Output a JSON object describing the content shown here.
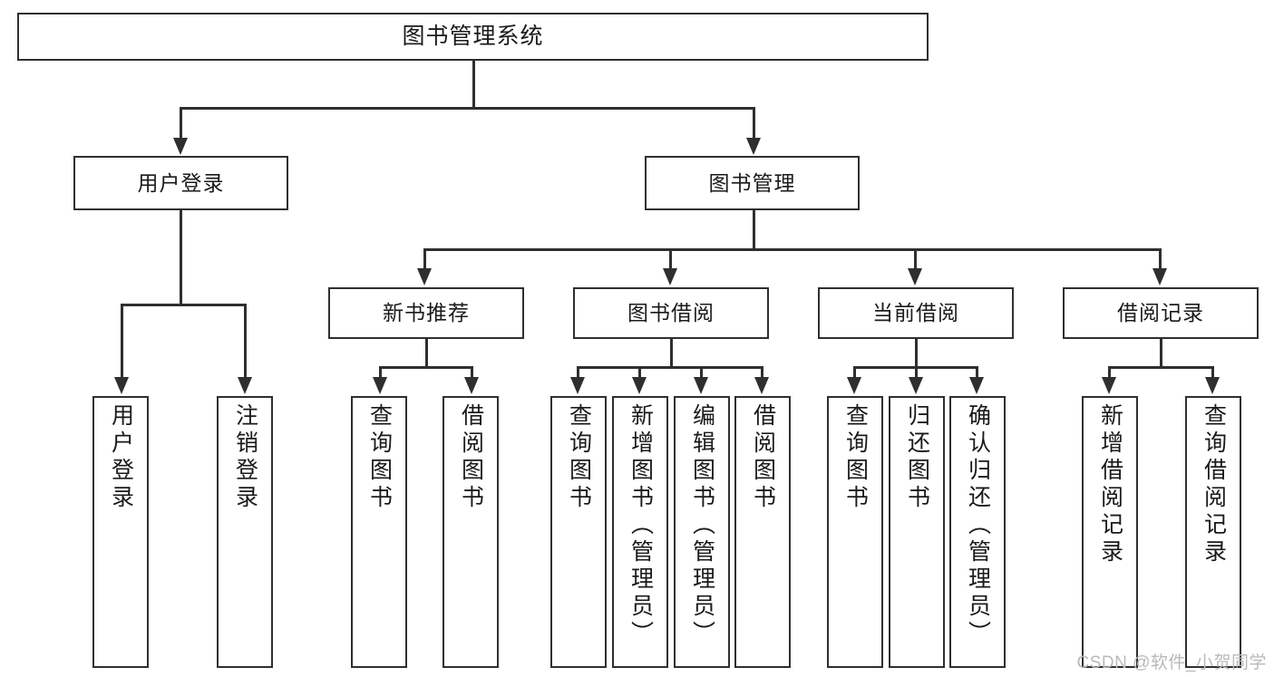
{
  "diagram": {
    "title": "图书管理系统",
    "type": "hierarchy-tree",
    "root": {
      "id": "root",
      "label": "图书管理系统"
    },
    "level2": [
      {
        "id": "user-login",
        "label": "用户登录"
      },
      {
        "id": "book-management",
        "label": "图书管理"
      }
    ],
    "level3": [
      {
        "id": "new-book-recommend",
        "label": "新书推荐"
      },
      {
        "id": "book-borrow",
        "label": "图书借阅"
      },
      {
        "id": "current-borrow",
        "label": "当前借阅"
      },
      {
        "id": "borrow-record",
        "label": "借阅记录"
      }
    ],
    "leaves": {
      "user_login": [
        {
          "id": "leaf-user-login",
          "label": "用户登录"
        },
        {
          "id": "leaf-logout",
          "label": "注销登录"
        }
      ],
      "new_book_recommend": [
        {
          "id": "leaf-query-book-1",
          "label": "查询图书"
        },
        {
          "id": "leaf-borrow-book-1",
          "label": "借阅图书"
        }
      ],
      "book_borrow": [
        {
          "id": "leaf-query-book-2",
          "label": "查询图书"
        },
        {
          "id": "leaf-add-book",
          "label": "新增图书（管理员）"
        },
        {
          "id": "leaf-edit-book",
          "label": "编辑图书（管理员）"
        },
        {
          "id": "leaf-borrow-book-2",
          "label": "借阅图书"
        }
      ],
      "current_borrow": [
        {
          "id": "leaf-query-book-3",
          "label": "查询图书"
        },
        {
          "id": "leaf-return-book",
          "label": "归还图书"
        },
        {
          "id": "leaf-confirm-return",
          "label": "确认归还（管理员）"
        }
      ],
      "borrow_record": [
        {
          "id": "leaf-add-record",
          "label": "新增借阅记录"
        },
        {
          "id": "leaf-query-record",
          "label": "查询借阅记录"
        }
      ]
    }
  },
  "watermark": {
    "text": "CSDN @软件_小贺同学"
  },
  "colors": {
    "stroke": "#2f2f2f",
    "background": "#ffffff",
    "text": "#1a1a1a",
    "watermark": "#b9b9b9"
  }
}
